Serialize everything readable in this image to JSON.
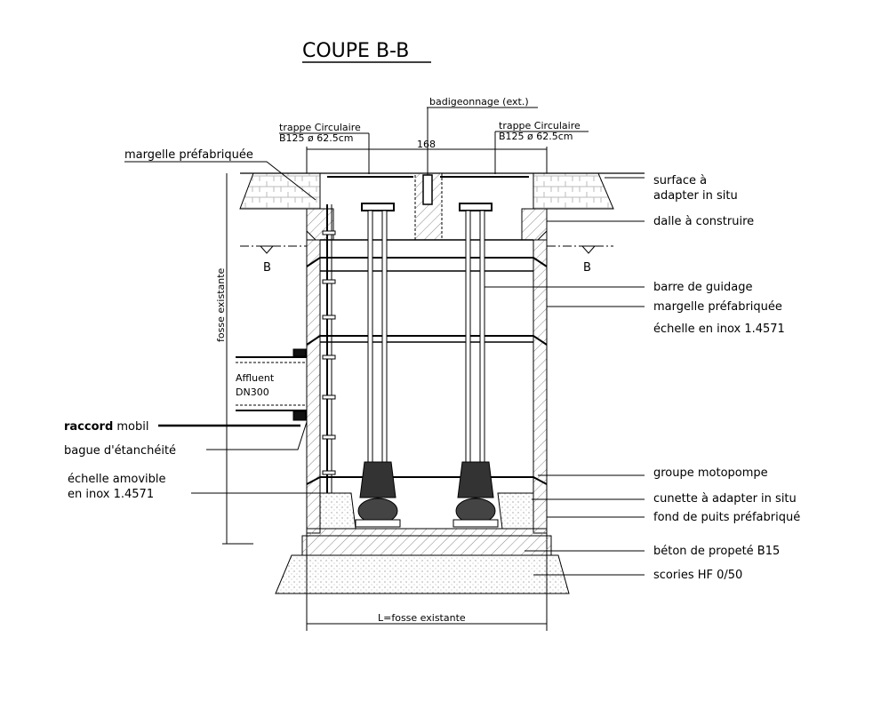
{
  "title": "COUPE B-B",
  "top": {
    "badigeonnage": "badigeonnage (ext.)",
    "trappe_left": [
      "trappe Circulaire",
      "B125 ø 62.5cm"
    ],
    "trappe_right": [
      "trappe Circulaire",
      "B125 ø 62.5cm"
    ],
    "width_dim": "168"
  },
  "section_markers": [
    "B",
    "B"
  ],
  "left_labels": {
    "margelle": "margelle préfabriquée",
    "fosse": "fosse existante",
    "affluent": [
      "Affluent",
      "DN300"
    ],
    "raccord_bold": "raccord",
    "raccord_rest": "mobil",
    "bague": "bague d'étanchéité",
    "echelle": [
      "échelle amovible",
      "en inox 1.4571"
    ]
  },
  "right_labels": [
    "surface à",
    "adapter in situ",
    "dalle à construire",
    "barre de guidage",
    "margelle préfabriquée",
    "échelle en inox 1.4571",
    "groupe motopompe",
    "cunette à adapter in situ",
    "fond de puits préfabriqué",
    "béton de propeté B15",
    "scories HF 0/50"
  ],
  "bottom_dim": "L=fosse existante"
}
